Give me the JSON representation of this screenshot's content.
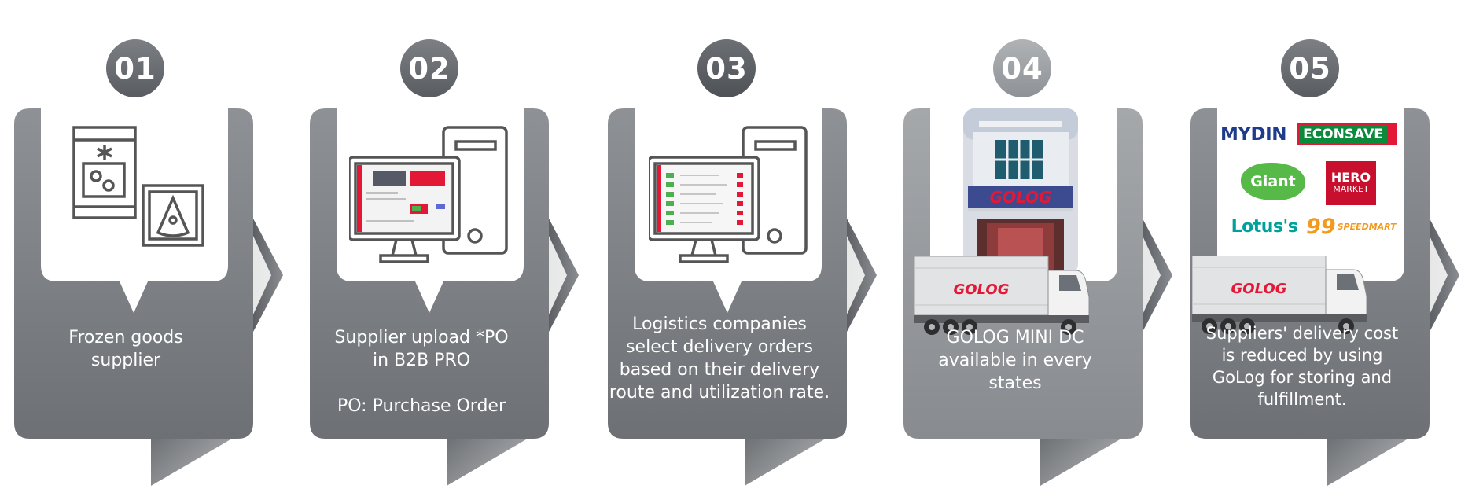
{
  "steps": [
    {
      "number": "01",
      "caption": [
        "Frozen goods",
        "supplier"
      ]
    },
    {
      "number": "02",
      "caption": [
        "Supplier upload *PO",
        "in B2B PRO"
      ],
      "note": "PO: Purchase Order"
    },
    {
      "number": "03",
      "caption": [
        "Logistics companies",
        "select delivery orders",
        "based on their delivery",
        "route and utilization rate."
      ]
    },
    {
      "number": "04",
      "caption": [
        "GOLOG MINI DC",
        "available in every",
        "states"
      ],
      "building_sign": "GOLOG",
      "truck_logo": "GOLOG"
    },
    {
      "number": "05",
      "caption": [
        "Suppliers' delivery cost",
        "is reduced by using",
        "GoLog for storing and",
        "fulfillment."
      ],
      "truck_logo": "GOLOG"
    }
  ],
  "retail_logos": {
    "mydin": "MYDIN",
    "econsave": "ECONSAVE",
    "giant": "Giant",
    "hero_top": "HERO",
    "hero_bottom": "MARKET",
    "lotus": "Lotus's",
    "speedmart_num": "99",
    "speedmart": "SPEEDMART"
  },
  "colors": {
    "card_dark": "#7d8084",
    "card_light": "#b2b5b8",
    "badge": "#6a6d71",
    "badge_04": "#a1a4a8",
    "accent_red": "#e31837",
    "mydin_blue": "#1f3b8c",
    "econsave_green": "#0a8a3a",
    "giant_green": "#57b947",
    "lotus_teal": "#00a19a",
    "speedmart_orange": "#f39a1c"
  }
}
